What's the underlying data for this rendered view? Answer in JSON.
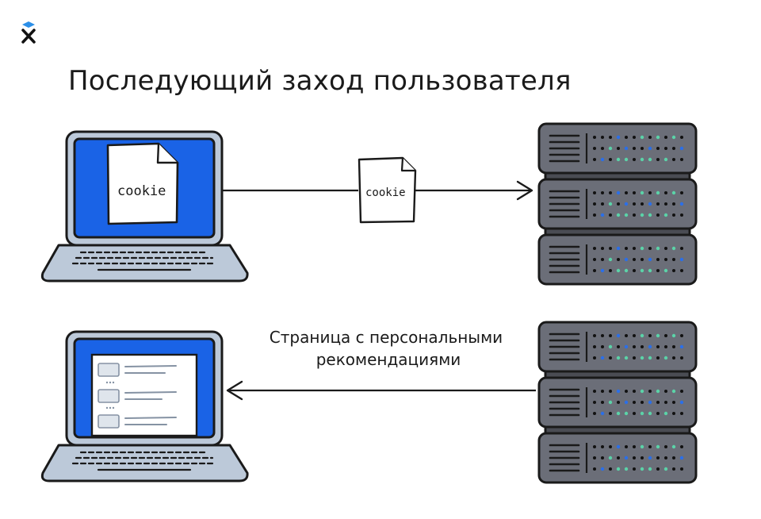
{
  "logo": {
    "icon": "x-logo-icon"
  },
  "title": "Последующий заход пользователя",
  "request": {
    "cookie_on_screen": "cookie",
    "cookie_on_arrow": "cookie"
  },
  "response": {
    "label_line1": "Страница с персональными",
    "label_line2": "рекомендациями"
  },
  "colors": {
    "stroke": "#1a1a1a",
    "screen_blue": "#1a63e6",
    "laptop_gray": "#bcc9d9",
    "server_gray": "#6b6e78",
    "led_teal": "#5bd3a8",
    "led_blue": "#2b6fe8",
    "logo_blue": "#2b8fe8"
  }
}
